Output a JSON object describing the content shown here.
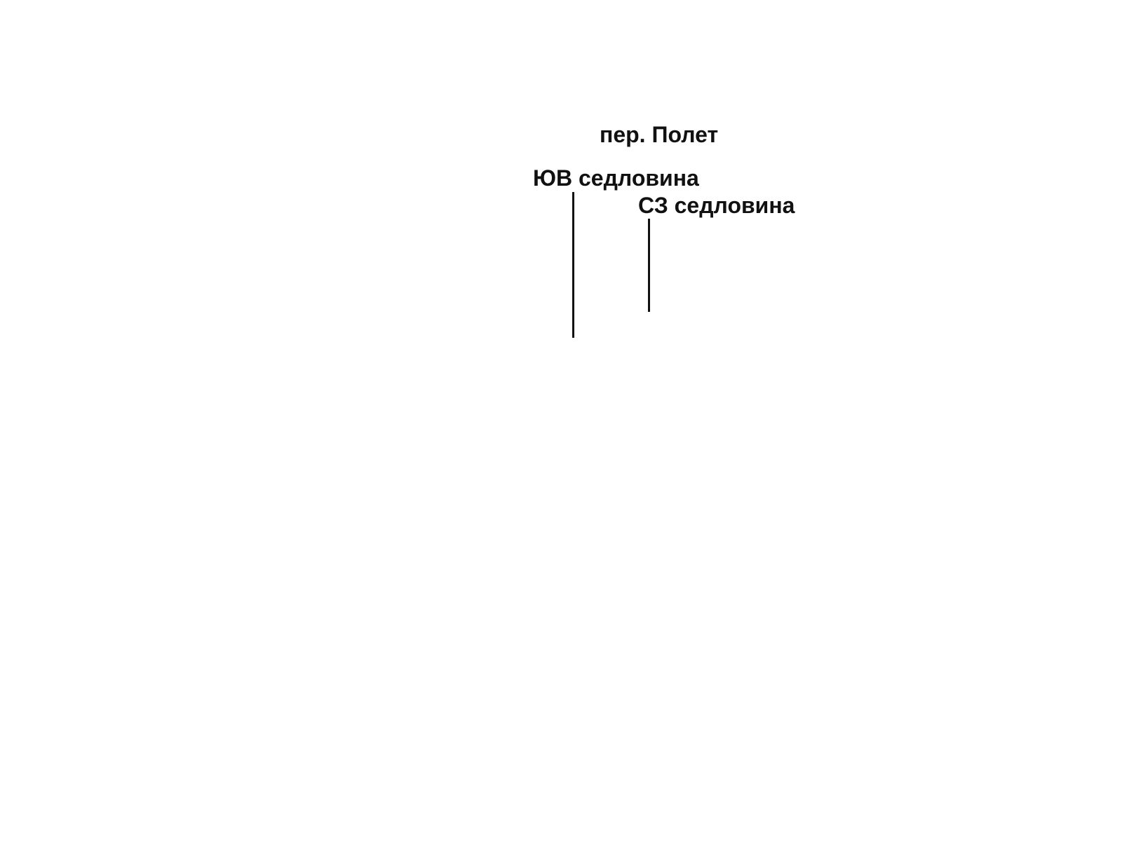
{
  "labels": {
    "pass": "пер. Полет",
    "southeast_saddle": "ЮВ седловина",
    "northwest_saddle": "СЗ седловина"
  },
  "colors": {
    "background": "#ffffff",
    "ink": "#111111"
  }
}
